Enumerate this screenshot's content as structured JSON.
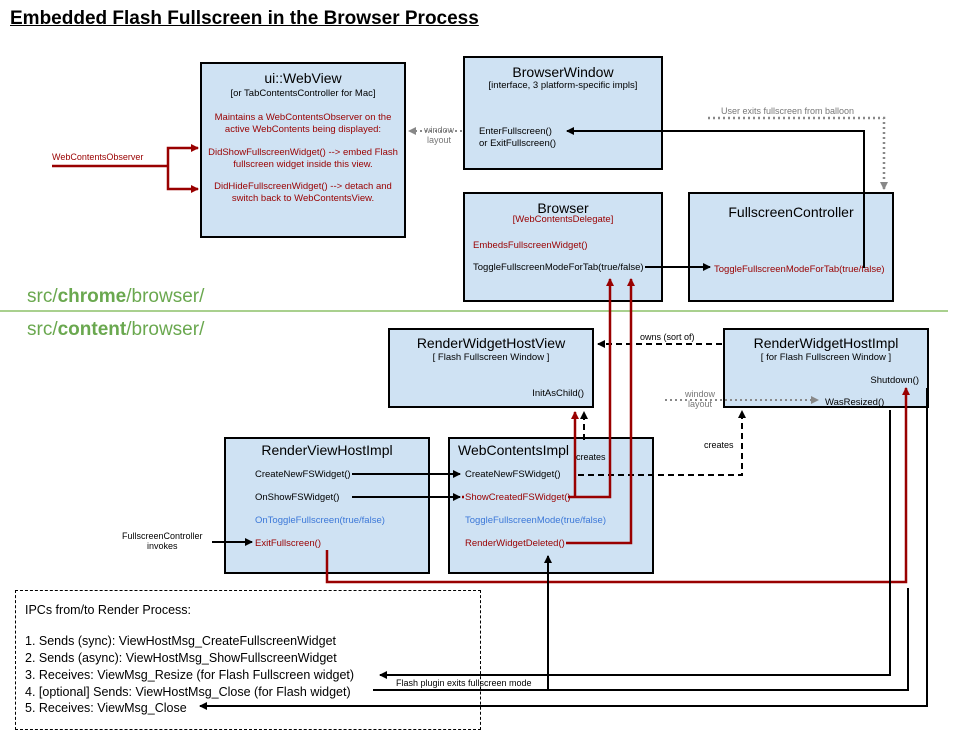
{
  "title": "Embedded Flash Fullscreen in the Browser Process",
  "sections": {
    "chrome": {
      "prefix": "src/",
      "bold": "chrome",
      "suffix": "/browser/"
    },
    "content": {
      "prefix": "src/",
      "bold": "content",
      "suffix": "/browser/"
    }
  },
  "webview": {
    "title": "ui::WebView",
    "subtitle": "[or TabContentsController for Mac]",
    "desc": [
      "Maintains a WebContentsObserver on the",
      "active WebContents being displayed:"
    ],
    "show": [
      "DidShowFullscreenWidget() --> embed Flash",
      "fullscreen widget inside this view."
    ],
    "hide": [
      "DidHideFullscreenWidget() --> detach and",
      "switch back to WebContentsView."
    ]
  },
  "browser_window": {
    "title": "BrowserWindow",
    "subtitle": "[interface, 3 platform-specific impls]",
    "methods": [
      "EnterFullscreen()",
      "or ExitFullscreen()"
    ]
  },
  "browser": {
    "title": "Browser",
    "subtitle": "[WebContentsDelegate]",
    "method1": "EmbedsFullscreenWidget()",
    "method2": "ToggleFullscreenModeForTab(true/false)"
  },
  "fullscreen_controller": {
    "title": "FullscreenController",
    "method": "ToggleFullscreenModeForTab(true/false)"
  },
  "rwhv": {
    "title": "RenderWidgetHostView",
    "subtitle": "[ Flash Fullscreen Window ]",
    "method": "InitAsChild()"
  },
  "rwhi": {
    "title": "RenderWidgetHostImpl",
    "subtitle": "[ for Flash Fullscreen Window ]",
    "method1": "Shutdown()",
    "method2": "WasResized()"
  },
  "rvhi": {
    "title": "RenderViewHostImpl",
    "methods": [
      "CreateNewFSWidget()",
      "OnShowFSWidget()",
      "OnToggleFullscreen(true/false)",
      "ExitFullscreen()"
    ]
  },
  "wci": {
    "title": "WebContentsImpl",
    "methods": [
      "CreateNewFSWidget()",
      "ShowCreatedFSWidget()",
      "ToggleFullscreenMode(true/false)",
      "RenderWidgetDeleted()"
    ]
  },
  "labels": {
    "web_contents_observer": "WebContentsObserver",
    "window_layout_1": [
      "window",
      "layout"
    ],
    "window_layout_2": [
      "window",
      "layout"
    ],
    "user_exits": "User exits fullscreen from balloon",
    "owns": "owns (sort of)",
    "creates_1": "creates",
    "creates_2": "creates",
    "fc_invokes": [
      "FullscreenController",
      "invokes"
    ],
    "flash_exits": "Flash plugin exits fullscreen mode"
  },
  "ipc": {
    "heading": "IPCs from/to Render Process:",
    "items": [
      "1. Sends (sync): ViewHostMsg_CreateFullscreenWidget",
      "2. Sends (async): ViewHostMsg_ShowFullscreenWidget",
      "3. Receives: ViewMsg_Resize (for Flash Fullscreen widget)",
      "4. [optional] Sends: ViewHostMsg_Close (for Flash widget)",
      "5. Receives: ViewMsg_Close"
    ]
  },
  "colors": {
    "box_fill": "#cfe2f3",
    "red": "#990000",
    "blue": "#3c78d8",
    "green": "#6aa84f",
    "gray": "#888888"
  }
}
